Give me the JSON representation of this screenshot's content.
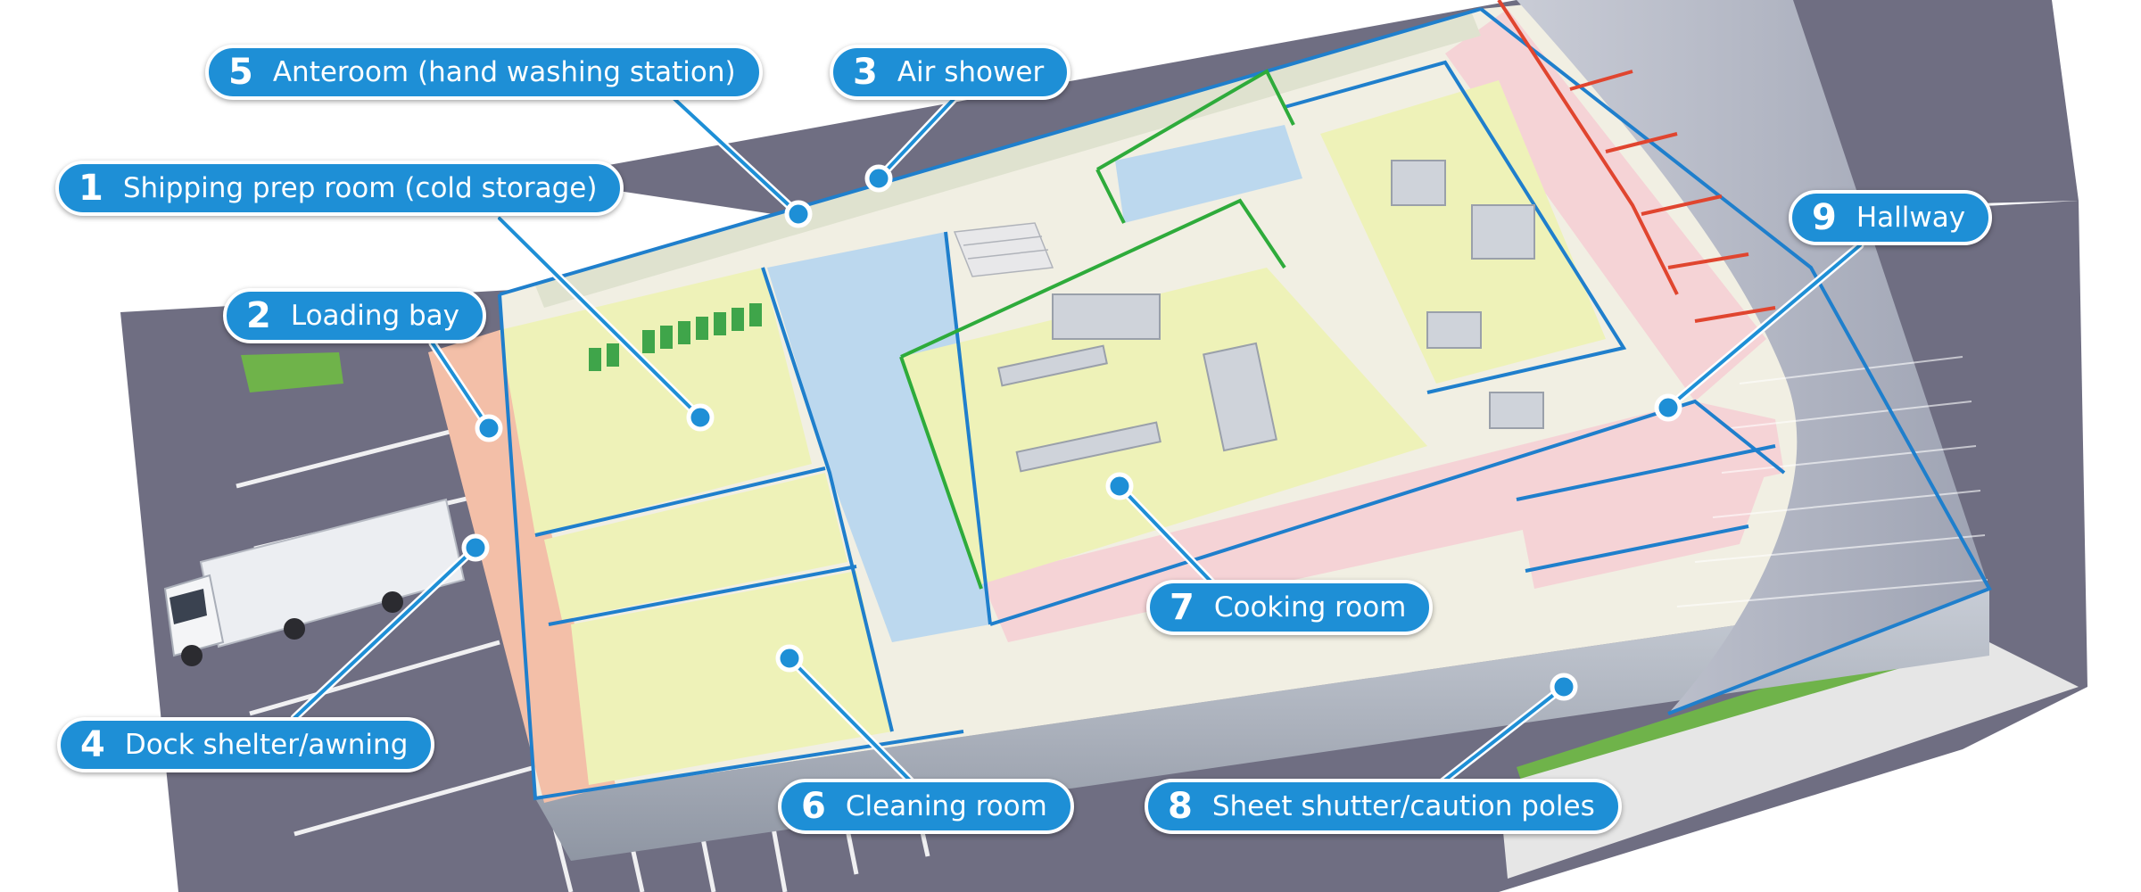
{
  "callouts": [
    {
      "num": "5",
      "label": "Anteroom (hand washing station)"
    },
    {
      "num": "3",
      "label": "Air shower"
    },
    {
      "num": "1",
      "label": "Shipping prep room (cold storage)"
    },
    {
      "num": "2",
      "label": "Loading bay"
    },
    {
      "num": "9",
      "label": "Hallway"
    },
    {
      "num": "7",
      "label": "Cooking room"
    },
    {
      "num": "4",
      "label": "Dock shelter/awning"
    },
    {
      "num": "6",
      "label": "Cleaning room"
    },
    {
      "num": "8",
      "label": "Sheet shutter/caution poles"
    }
  ],
  "colors": {
    "callout_fill": "#1e8fd6",
    "callout_border": "#ffffff",
    "asphalt": "#6f6e82",
    "room_yellow": "#eef2b8",
    "room_blue": "#bcd8ee",
    "hallway_pink": "#f5d3d6",
    "loading_bay": "#f3bfa8",
    "wall_blue": "#1f7fcc",
    "wall_green": "#2eab3b",
    "wall_red": "#e0452f",
    "grass": "#6fb34a"
  }
}
